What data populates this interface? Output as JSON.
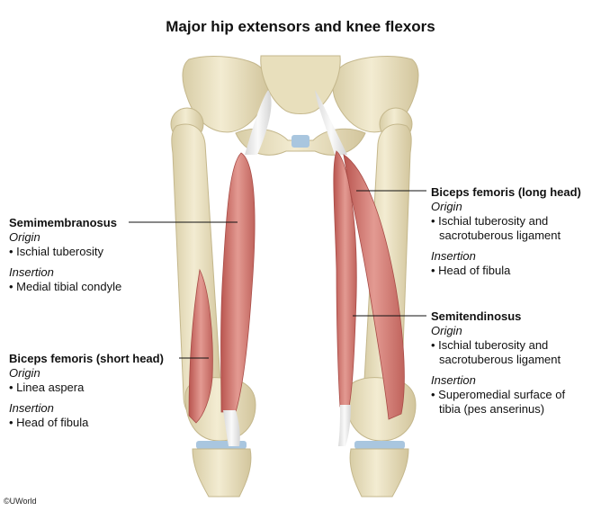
{
  "title": "Major hip extensors and knee flexors",
  "copyright": "©UWorld",
  "labels": {
    "semimembranosus": {
      "name": "Semimembranosus",
      "origin_heading": "Origin",
      "origin": [
        "• Ischial tuberosity"
      ],
      "insertion_heading": "Insertion",
      "insertion": [
        "• Medial tibial condyle"
      ]
    },
    "biceps_short": {
      "name": "Biceps femoris (short head)",
      "origin_heading": "Origin",
      "origin": [
        "• Linea aspera"
      ],
      "insertion_heading": "Insertion",
      "insertion": [
        "• Head of fibula"
      ]
    },
    "biceps_long": {
      "name": "Biceps femoris (long head)",
      "origin_heading": "Origin",
      "origin": [
        "• Ischial tuberosity and",
        "sacrotuberous ligament"
      ],
      "insertion_heading": "Insertion",
      "insertion": [
        "• Head of fibula"
      ]
    },
    "semitendinosus": {
      "name": "Semitendinosus",
      "origin_heading": "Origin",
      "origin": [
        "• Ischial tuberosity and",
        "sacrotuberous ligament"
      ],
      "insertion_heading": "Insertion",
      "insertion": [
        "• Superomedial surface of",
        "tibia (pes anserinus)"
      ]
    }
  },
  "colors": {
    "bone": "#ece4c6",
    "bone_shadow": "#cfc39a",
    "muscle": "#d9807a",
    "muscle_dark": "#b85a55",
    "tendon": "#eeeeee",
    "cartilage": "#a9c6df",
    "leader_line": "#111111"
  }
}
